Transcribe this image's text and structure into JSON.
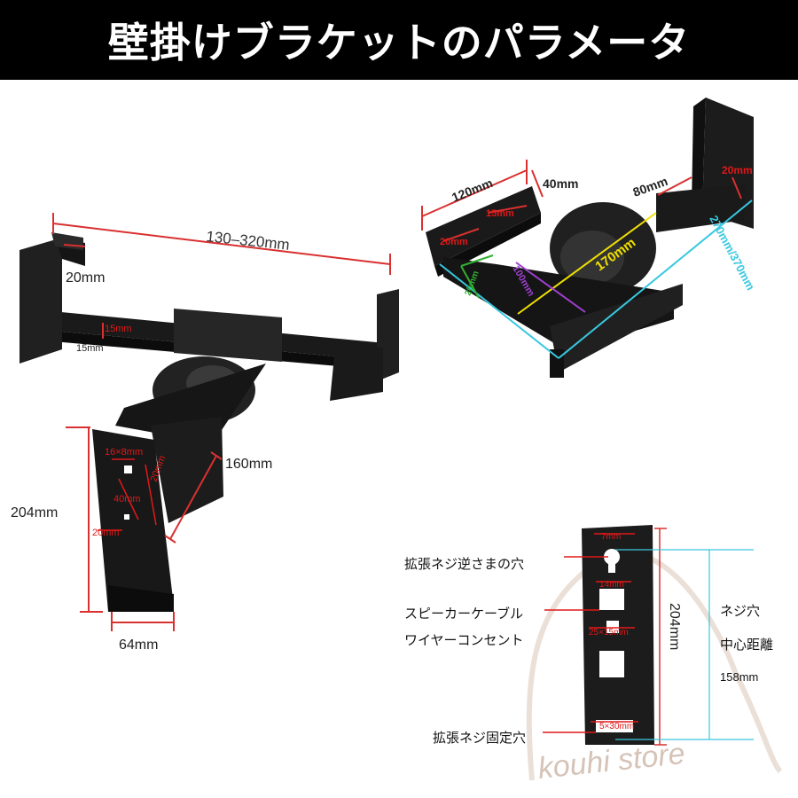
{
  "title": "壁掛けブラケットのパラメータ",
  "colors": {
    "dim_line": "#d93030",
    "small_dim": "#e01818",
    "bracket": "#1a1a1a",
    "cyan": "#38c8e0",
    "yellow": "#f0e000",
    "green": "#30b030",
    "purple": "#a040d0"
  },
  "left_bracket": {
    "width_range": "130–320mm",
    "arm_tip": "20mm",
    "bar_red": "15mm",
    "bar_black": "15mm",
    "arm_length": "160mm",
    "height": "204mm",
    "base_width": "64mm",
    "slot": "16×8mm",
    "hole_40": "40mm",
    "hole_20a": "20mm",
    "hole_20b": "20mm"
  },
  "right_bracket": {
    "top_width": "120mm",
    "top_height": "40mm",
    "neck": "80mm",
    "plate_tip": "20mm",
    "inner_15": "15mm",
    "inner_20": "20mm",
    "side_20": "20mm",
    "depth_100": "100mm",
    "span_170": "170mm",
    "length_range": "270mm/370mm"
  },
  "wall_plate": {
    "top_hole": "7mm",
    "mid_hole": "14mm",
    "cable_hole": "25×15mm",
    "bottom_slot": "5×30mm",
    "height": "204mm",
    "label_keyhole": "拡張ネジ逆さまの穴",
    "label_cable_1": "スピーカーケーブル",
    "label_cable_2": "ワイヤーコンセント",
    "label_fixed": "拡張ネジ固定穴",
    "label_center_1": "ネジ穴",
    "label_center_2": "中心距離",
    "center_distance": "158mm"
  },
  "watermark": "kouhi store"
}
